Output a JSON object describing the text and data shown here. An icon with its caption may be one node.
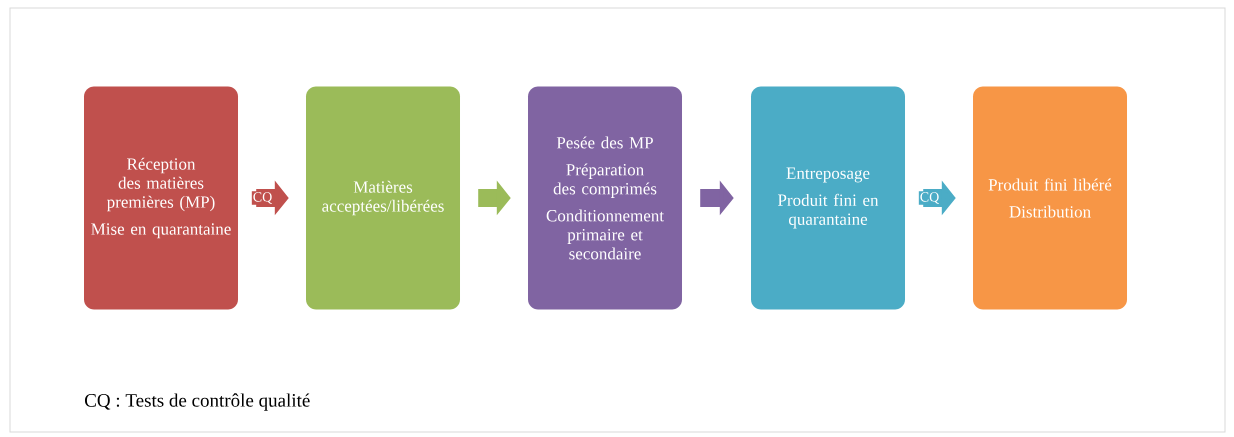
{
  "diagram": {
    "nodes": [
      {
        "text": [
          "Réception des matières premières (MP)",
          "Mise en quarantaine"
        ]
      },
      {
        "text": [
          "Matières acceptées/libérées"
        ]
      },
      {
        "text": [
          "Pesée des MP",
          "Préparation des comprimés",
          "Conditionnement primaire et secondaire"
        ]
      },
      {
        "text": [
          "Entreposage",
          "Produit fini en quarantaine"
        ]
      },
      {
        "text": [
          "Produit fini libéré",
          "Distribution"
        ]
      }
    ],
    "edges": [
      {
        "from": 0,
        "to": 1,
        "arrow": "to",
        "label": "CQ",
        "color": "#c0504d"
      },
      {
        "from": 1,
        "to": 2,
        "arrow": "to",
        "color": "#9bbb59"
      },
      {
        "from": 2,
        "to": 3,
        "arrow": "to",
        "color": "#8064a2"
      },
      {
        "from": 3,
        "to": 4,
        "arrow": "to",
        "label": "CQ",
        "color": "#4bacc6"
      }
    ],
    "labels": [
      "CQ : Tests de contrôle qualité"
    ]
  }
}
